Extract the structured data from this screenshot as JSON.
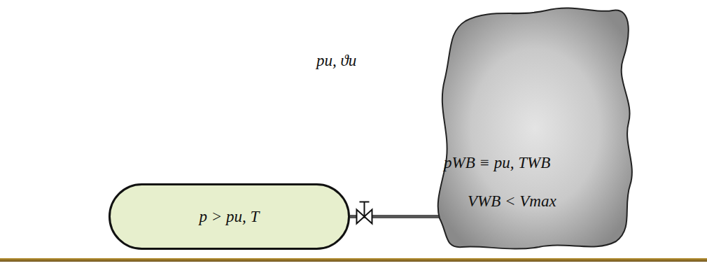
{
  "diagram": {
    "nodes": [
      {
        "text": [
          "p > pu, T"
        ]
      },
      {
        "text": [
          "pWB ≡ pu, TWB",
          "VWB < Vmax"
        ]
      }
    ],
    "edges": [
      {
        "from": 0,
        "to": 1,
        "arrow": "none"
      }
    ],
    "labels": [
      "pu, ϑu"
    ]
  }
}
